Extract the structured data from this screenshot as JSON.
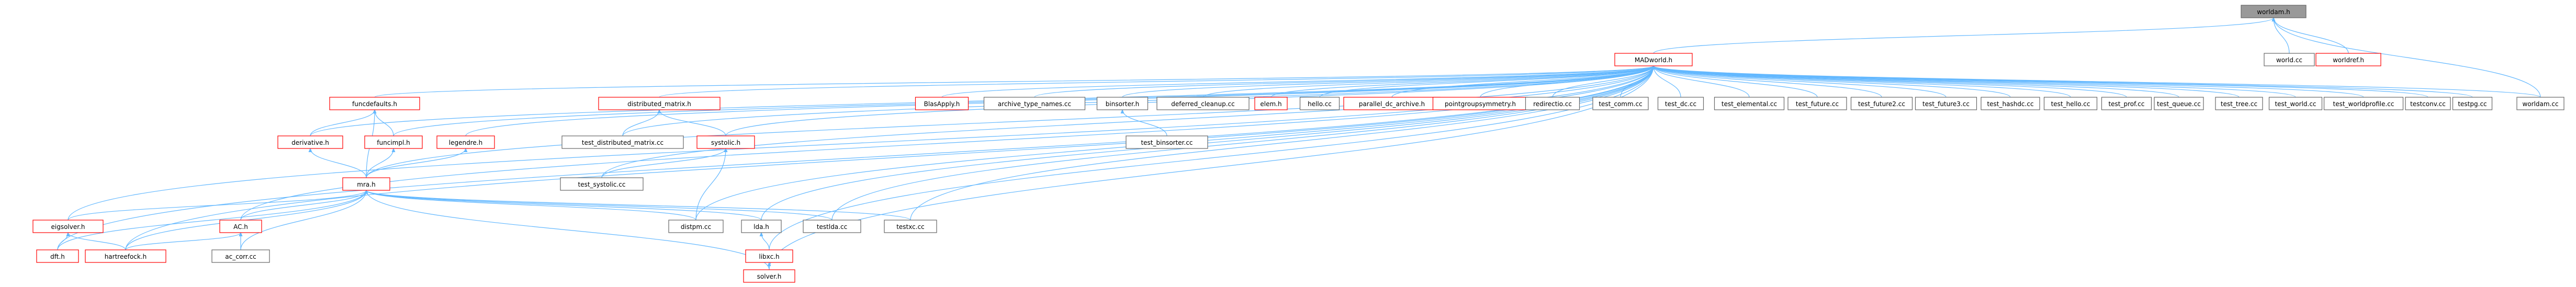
{
  "graph": {
    "style": {
      "root_fill": "#999999",
      "highlight_border": "#ff0000",
      "normal_border": "#666666",
      "edge_color": "#63b8ff",
      "node_fill": "#ffffff"
    },
    "nodes": [
      {
        "id": "worldam_h",
        "label": "worldam.h",
        "kind": "root"
      },
      {
        "id": "MADworld_h",
        "label": "MADworld.h",
        "kind": "red"
      },
      {
        "id": "world_cc",
        "label": "world.cc",
        "kind": "normal"
      },
      {
        "id": "worldref_h",
        "label": "worldref.h",
        "kind": "red"
      },
      {
        "id": "funcdefaults_h",
        "label": "funcdefaults.h",
        "kind": "red"
      },
      {
        "id": "distributed_matrix_h",
        "label": "distributed_matrix.h",
        "kind": "red"
      },
      {
        "id": "BlasApply_h",
        "label": "BlasApply.h",
        "kind": "red"
      },
      {
        "id": "archive_type_names_cc",
        "label": "archive_type_names.cc",
        "kind": "normal"
      },
      {
        "id": "binsorter_h",
        "label": "binsorter.h",
        "kind": "normal"
      },
      {
        "id": "deferred_cleanup_cc",
        "label": "deferred_cleanup.cc",
        "kind": "normal"
      },
      {
        "id": "elem_h",
        "label": "elem.h",
        "kind": "red"
      },
      {
        "id": "hello_cc",
        "label": "hello.cc",
        "kind": "normal"
      },
      {
        "id": "parallel_dc_archive_h",
        "label": "parallel_dc_archive.h",
        "kind": "red"
      },
      {
        "id": "pointgroupsymmetry_h",
        "label": "pointgroupsymmetry.h",
        "kind": "red"
      },
      {
        "id": "redirectio_cc",
        "label": "redirectio.cc",
        "kind": "normal"
      },
      {
        "id": "test_comm_cc",
        "label": "test_comm.cc",
        "kind": "normal"
      },
      {
        "id": "test_dc_cc",
        "label": "test_dc.cc",
        "kind": "normal"
      },
      {
        "id": "test_elemental_cc",
        "label": "test_elemental.cc",
        "kind": "normal"
      },
      {
        "id": "test_future_cc",
        "label": "test_future.cc",
        "kind": "normal"
      },
      {
        "id": "test_future2_cc",
        "label": "test_future2.cc",
        "kind": "normal"
      },
      {
        "id": "test_future3_cc",
        "label": "test_future3.cc",
        "kind": "normal"
      },
      {
        "id": "test_hashdc_cc",
        "label": "test_hashdc.cc",
        "kind": "normal"
      },
      {
        "id": "test_hello_cc",
        "label": "test_hello.cc",
        "kind": "normal"
      },
      {
        "id": "test_prof_cc",
        "label": "test_prof.cc",
        "kind": "normal"
      },
      {
        "id": "test_queue_cc",
        "label": "test_queue.cc",
        "kind": "normal"
      },
      {
        "id": "test_tree_cc",
        "label": "test_tree.cc",
        "kind": "normal"
      },
      {
        "id": "test_world_cc",
        "label": "test_world.cc",
        "kind": "normal"
      },
      {
        "id": "test_worldprofile_cc",
        "label": "test_worldprofile.cc",
        "kind": "normal"
      },
      {
        "id": "testconv_cc",
        "label": "testconv.cc",
        "kind": "normal"
      },
      {
        "id": "testpg_cc",
        "label": "testpg.cc",
        "kind": "normal"
      },
      {
        "id": "worldam_cc",
        "label": "worldam.cc",
        "kind": "normal"
      },
      {
        "id": "derivative_h",
        "label": "derivative.h",
        "kind": "red"
      },
      {
        "id": "funcimpl_h",
        "label": "funcimpl.h",
        "kind": "red"
      },
      {
        "id": "legendre_h",
        "label": "legendre.h",
        "kind": "red"
      },
      {
        "id": "test_distributed_matrix_cc",
        "label": "test_distributed_matrix.cc",
        "kind": "normal"
      },
      {
        "id": "systolic_h",
        "label": "systolic.h",
        "kind": "red"
      },
      {
        "id": "test_binsorter_cc",
        "label": "test_binsorter.cc",
        "kind": "normal"
      },
      {
        "id": "mra_h",
        "label": "mra.h",
        "kind": "red"
      },
      {
        "id": "test_systolic_cc",
        "label": "test_systolic.cc",
        "kind": "normal"
      },
      {
        "id": "eigsolver_h",
        "label": "eigsolver.h",
        "kind": "red"
      },
      {
        "id": "AC_h",
        "label": "AC.h",
        "kind": "red"
      },
      {
        "id": "distpm_cc",
        "label": "distpm.cc",
        "kind": "normal"
      },
      {
        "id": "lda_h",
        "label": "lda.h",
        "kind": "normal"
      },
      {
        "id": "testlda_cc",
        "label": "testlda.cc",
        "kind": "normal"
      },
      {
        "id": "testxc_cc",
        "label": "testxc.cc",
        "kind": "normal"
      },
      {
        "id": "dft_h",
        "label": "dft.h",
        "kind": "red"
      },
      {
        "id": "hartreefock_h",
        "label": "hartreefock.h",
        "kind": "red"
      },
      {
        "id": "ac_corr_cc",
        "label": "ac_corr.cc",
        "kind": "normal"
      },
      {
        "id": "libxc_h",
        "label": "libxc.h",
        "kind": "red"
      },
      {
        "id": "solver_h",
        "label": "solver.h",
        "kind": "red"
      }
    ],
    "edges": [
      [
        "MADworld_h",
        "worldam_h"
      ],
      [
        "world_cc",
        "worldam_h"
      ],
      [
        "worldref_h",
        "worldam_h"
      ],
      [
        "worldam_cc",
        "worldam_h"
      ],
      [
        "funcdefaults_h",
        "MADworld_h"
      ],
      [
        "distributed_matrix_h",
        "MADworld_h"
      ],
      [
        "BlasApply_h",
        "MADworld_h"
      ],
      [
        "archive_type_names_cc",
        "MADworld_h"
      ],
      [
        "binsorter_h",
        "MADworld_h"
      ],
      [
        "deferred_cleanup_cc",
        "MADworld_h"
      ],
      [
        "elem_h",
        "MADworld_h"
      ],
      [
        "hello_cc",
        "MADworld_h"
      ],
      [
        "parallel_dc_archive_h",
        "MADworld_h"
      ],
      [
        "pointgroupsymmetry_h",
        "MADworld_h"
      ],
      [
        "redirectio_cc",
        "MADworld_h"
      ],
      [
        "test_comm_cc",
        "MADworld_h"
      ],
      [
        "test_dc_cc",
        "MADworld_h"
      ],
      [
        "test_elemental_cc",
        "MADworld_h"
      ],
      [
        "test_future_cc",
        "MADworld_h"
      ],
      [
        "test_future2_cc",
        "MADworld_h"
      ],
      [
        "test_future3_cc",
        "MADworld_h"
      ],
      [
        "test_hashdc_cc",
        "MADworld_h"
      ],
      [
        "test_hello_cc",
        "MADworld_h"
      ],
      [
        "test_prof_cc",
        "MADworld_h"
      ],
      [
        "test_queue_cc",
        "MADworld_h"
      ],
      [
        "test_tree_cc",
        "MADworld_h"
      ],
      [
        "test_world_cc",
        "MADworld_h"
      ],
      [
        "test_worldprofile_cc",
        "MADworld_h"
      ],
      [
        "testconv_cc",
        "MADworld_h"
      ],
      [
        "testpg_cc",
        "MADworld_h"
      ],
      [
        "worldam_cc",
        "MADworld_h"
      ],
      [
        "derivative_h",
        "MADworld_h"
      ],
      [
        "funcimpl_h",
        "MADworld_h"
      ],
      [
        "legendre_h",
        "MADworld_h"
      ],
      [
        "systolic_h",
        "MADworld_h"
      ],
      [
        "test_distributed_matrix_cc",
        "MADworld_h"
      ],
      [
        "test_systolic_cc",
        "MADworld_h"
      ],
      [
        "mra_h",
        "MADworld_h"
      ],
      [
        "eigsolver_h",
        "MADworld_h"
      ],
      [
        "AC_h",
        "MADworld_h"
      ],
      [
        "distpm_cc",
        "MADworld_h"
      ],
      [
        "lda_h",
        "MADworld_h"
      ],
      [
        "testlda_cc",
        "MADworld_h"
      ],
      [
        "testxc_cc",
        "MADworld_h"
      ],
      [
        "dft_h",
        "MADworld_h"
      ],
      [
        "hartreefock_h",
        "MADworld_h"
      ],
      [
        "libxc_h",
        "MADworld_h"
      ],
      [
        "solver_h",
        "MADworld_h"
      ],
      [
        "derivative_h",
        "funcdefaults_h"
      ],
      [
        "funcimpl_h",
        "funcdefaults_h"
      ],
      [
        "mra_h",
        "funcdefaults_h"
      ],
      [
        "test_distributed_matrix_cc",
        "distributed_matrix_h"
      ],
      [
        "systolic_h",
        "distributed_matrix_h"
      ],
      [
        "test_binsorter_cc",
        "binsorter_h"
      ],
      [
        "mra_h",
        "derivative_h"
      ],
      [
        "mra_h",
        "funcimpl_h"
      ],
      [
        "mra_h",
        "legendre_h"
      ],
      [
        "test_systolic_cc",
        "systolic_h"
      ],
      [
        "distpm_cc",
        "systolic_h"
      ],
      [
        "eigsolver_h",
        "mra_h"
      ],
      [
        "AC_h",
        "mra_h"
      ],
      [
        "distpm_cc",
        "mra_h"
      ],
      [
        "lda_h",
        "mra_h"
      ],
      [
        "testlda_cc",
        "mra_h"
      ],
      [
        "testxc_cc",
        "mra_h"
      ],
      [
        "dft_h",
        "mra_h"
      ],
      [
        "hartreefock_h",
        "mra_h"
      ],
      [
        "ac_corr_cc",
        "mra_h"
      ],
      [
        "solver_h",
        "mra_h"
      ],
      [
        "dft_h",
        "eigsolver_h"
      ],
      [
        "hartreefock_h",
        "eigsolver_h"
      ],
      [
        "hartreefock_h",
        "AC_h"
      ],
      [
        "ac_corr_cc",
        "AC_h"
      ],
      [
        "libxc_h",
        "lda_h"
      ],
      [
        "solver_h",
        "libxc_h"
      ]
    ]
  }
}
